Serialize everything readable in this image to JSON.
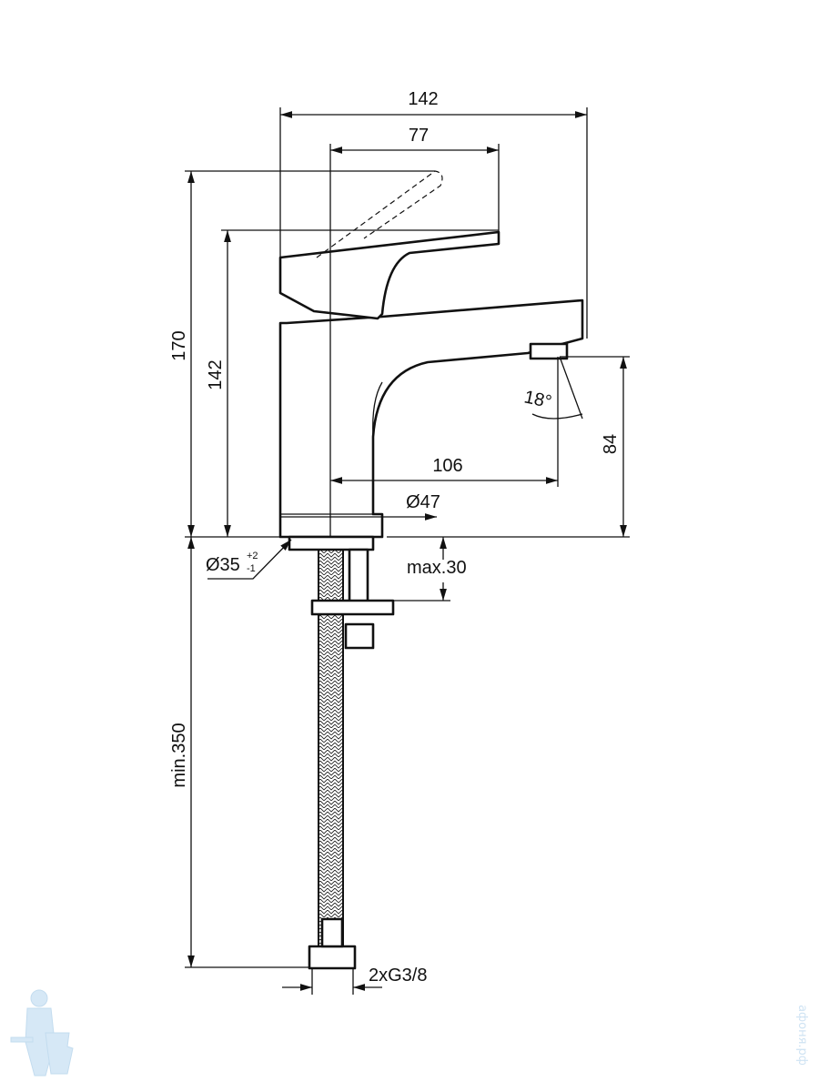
{
  "dimensions": {
    "overall_width": "142",
    "handle_width": "77",
    "overall_height": "170",
    "body_height": "142",
    "spout_height": "84",
    "spout_reach": "106",
    "base_diameter": "Ø47",
    "hole_diameter": "Ø35",
    "hole_tol_plus": "+2",
    "hole_tol_minus": "-1",
    "max_deck": "max.30",
    "min_hose": "min.350",
    "connection": "2xG3/8",
    "spray_angle": "18°"
  },
  "watermark": {
    "text": "афоня.рф"
  },
  "colors": {
    "line": "#111111",
    "watermark": "#cfe3f3"
  }
}
